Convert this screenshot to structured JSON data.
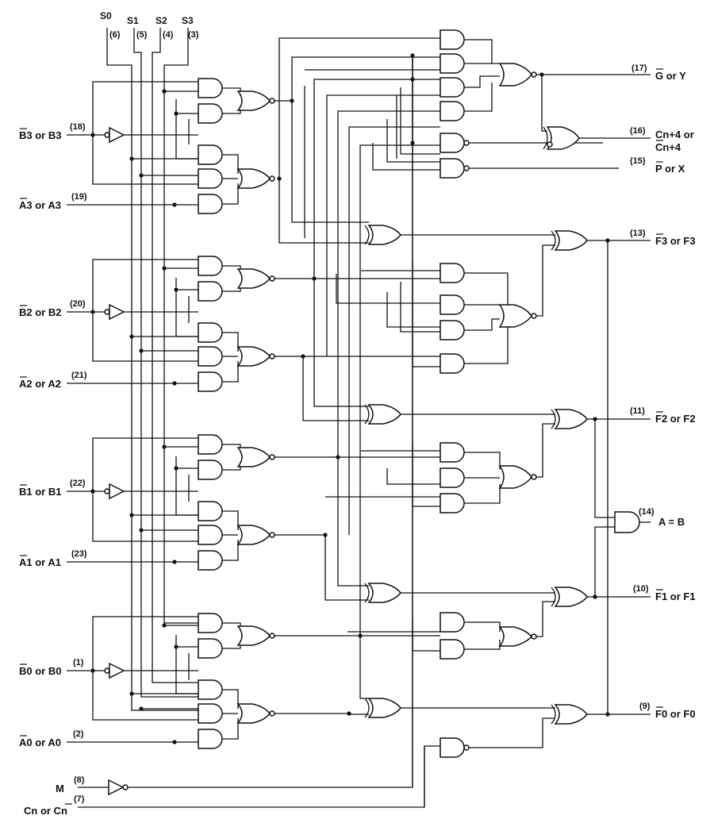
{
  "selects": [
    {
      "name": "S0",
      "pin": "(6)"
    },
    {
      "name": "S1",
      "pin": "(5)"
    },
    {
      "name": "S2",
      "pin": "(4)"
    },
    {
      "name": "S3",
      "pin": "(3)"
    }
  ],
  "inputs": [
    {
      "label": "B3 or B3",
      "pin": "(18)"
    },
    {
      "label": "A3 or A3",
      "pin": "(19)"
    },
    {
      "label": "B2 or B2",
      "pin": "(20)"
    },
    {
      "label": "A2 or A2",
      "pin": "(21)"
    },
    {
      "label": "B1 or B1",
      "pin": "(22)"
    },
    {
      "label": "A1 or A1",
      "pin": "(23)"
    },
    {
      "label": "B0 or B0",
      "pin": "(1)"
    },
    {
      "label": "A0 or A0",
      "pin": "(2)"
    },
    {
      "label": "M",
      "pin": "(8)"
    },
    {
      "label": "Cn or Cn",
      "pin": "(7)"
    }
  ],
  "outputs": [
    {
      "label": "G or Y",
      "pin": "(17)"
    },
    {
      "label": "Cn+4 or",
      "label2": "Cn+4",
      "pin": "(16)"
    },
    {
      "label": "P or X",
      "pin": "(15)"
    },
    {
      "label": "F3 or F3",
      "pin": "(13)"
    },
    {
      "label": "F2 or F2",
      "pin": "(11)"
    },
    {
      "label": "A = B",
      "pin": "(14)"
    },
    {
      "label": "F1 or F1",
      "pin": "(10)"
    },
    {
      "label": "F0 or F0",
      "pin": "(9)"
    }
  ]
}
